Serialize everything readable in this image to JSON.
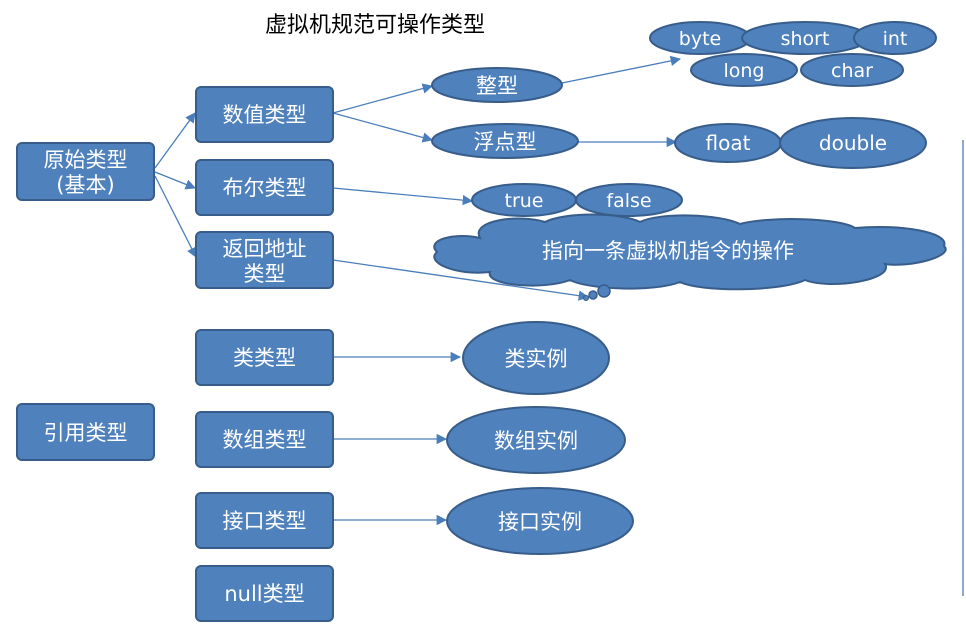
{
  "title": "虚拟机规范可操作类型",
  "primitive": {
    "root": [
      "原始类型",
      "(基本)"
    ],
    "numeric": "数值类型",
    "boolean": "布尔类型",
    "return_address": [
      "返回地址",
      "类型"
    ],
    "integer": "整型",
    "floating": "浮点型",
    "int_types": [
      "byte",
      "short",
      "int",
      "long",
      "char"
    ],
    "float_types": [
      "float",
      "double"
    ],
    "bool_values": [
      "true",
      "false"
    ],
    "cloud_text": "指向一条虚拟机指令的操作"
  },
  "reference": {
    "root": "引用类型",
    "class_type": "类类型",
    "class_instance": "类实例",
    "array_type": "数组类型",
    "array_instance": "数组实例",
    "interface_type": "接口类型",
    "interface_instance": "接口实例",
    "null_type": "null类型"
  },
  "colors": {
    "node_fill": "#4f81bd",
    "node_stroke": "#385d8a",
    "connector": "#4a7ebb",
    "node_text": "#ffffff"
  }
}
